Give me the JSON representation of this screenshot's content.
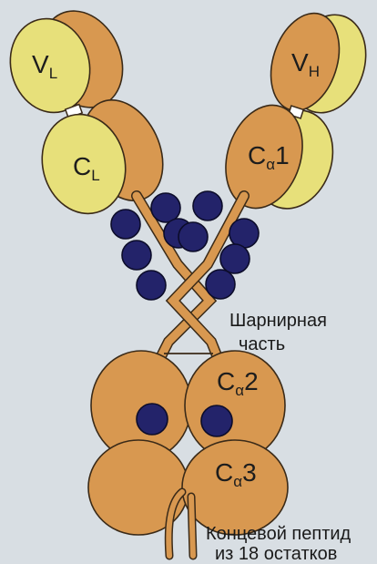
{
  "labels": {
    "vl": {
      "main": "V",
      "sub": "L"
    },
    "vh": {
      "main": "V",
      "sub": "H"
    },
    "cl": {
      "main": "C",
      "sub": "L"
    },
    "ca1": {
      "main": "C",
      "sub": "α",
      "num": "1"
    },
    "ca2": {
      "main": "C",
      "sub": "α",
      "num": "2"
    },
    "ca3": {
      "main": "C",
      "sub": "α",
      "num": "3"
    }
  },
  "annotations": {
    "hinge_line1": "Шарнирная",
    "hinge_line2": "часть",
    "tail_line1": "Концевой пептид",
    "tail_line2": "из 18 остатков"
  },
  "colors": {
    "heavy_chain": "#d89850",
    "light_chain": "#e7e07a",
    "glycan": "#23236a",
    "background": "#d8dee3"
  }
}
